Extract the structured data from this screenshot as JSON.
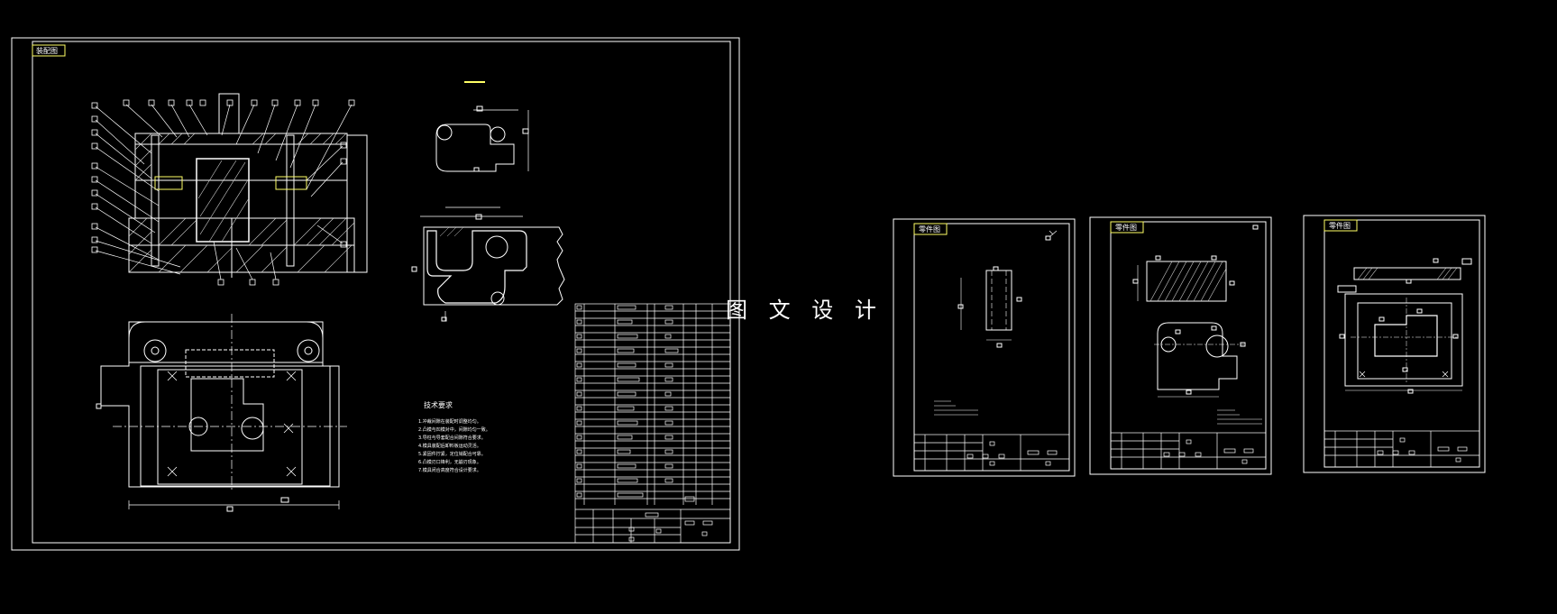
{
  "watermark": "图 文 设 计",
  "main_drawing": {
    "title_tag": "装配图",
    "tech_heading": "技术要求",
    "notes": [
      "1.冲裁间隙在装配时调整均匀。",
      "2.凸模与凹模对中，间隙均匀一致。",
      "3.导柱与导套配合间隙符合要求。",
      "4.模具装配后卸料板运动灵活。",
      "5.紧固件拧紧，定位销配合可靠。",
      "6.凸模刃口锋利，无崩刃现象。",
      "7.模具闭合高度符合设计要求。"
    ]
  },
  "sheets": [
    {
      "title_tag": "零件图"
    },
    {
      "title_tag": "零件图"
    },
    {
      "title_tag": "零件图"
    }
  ],
  "colors": {
    "background": "#000000",
    "line": "#ffffff",
    "yellow": "#ffff66",
    "hatch": "#cfcfcf"
  }
}
